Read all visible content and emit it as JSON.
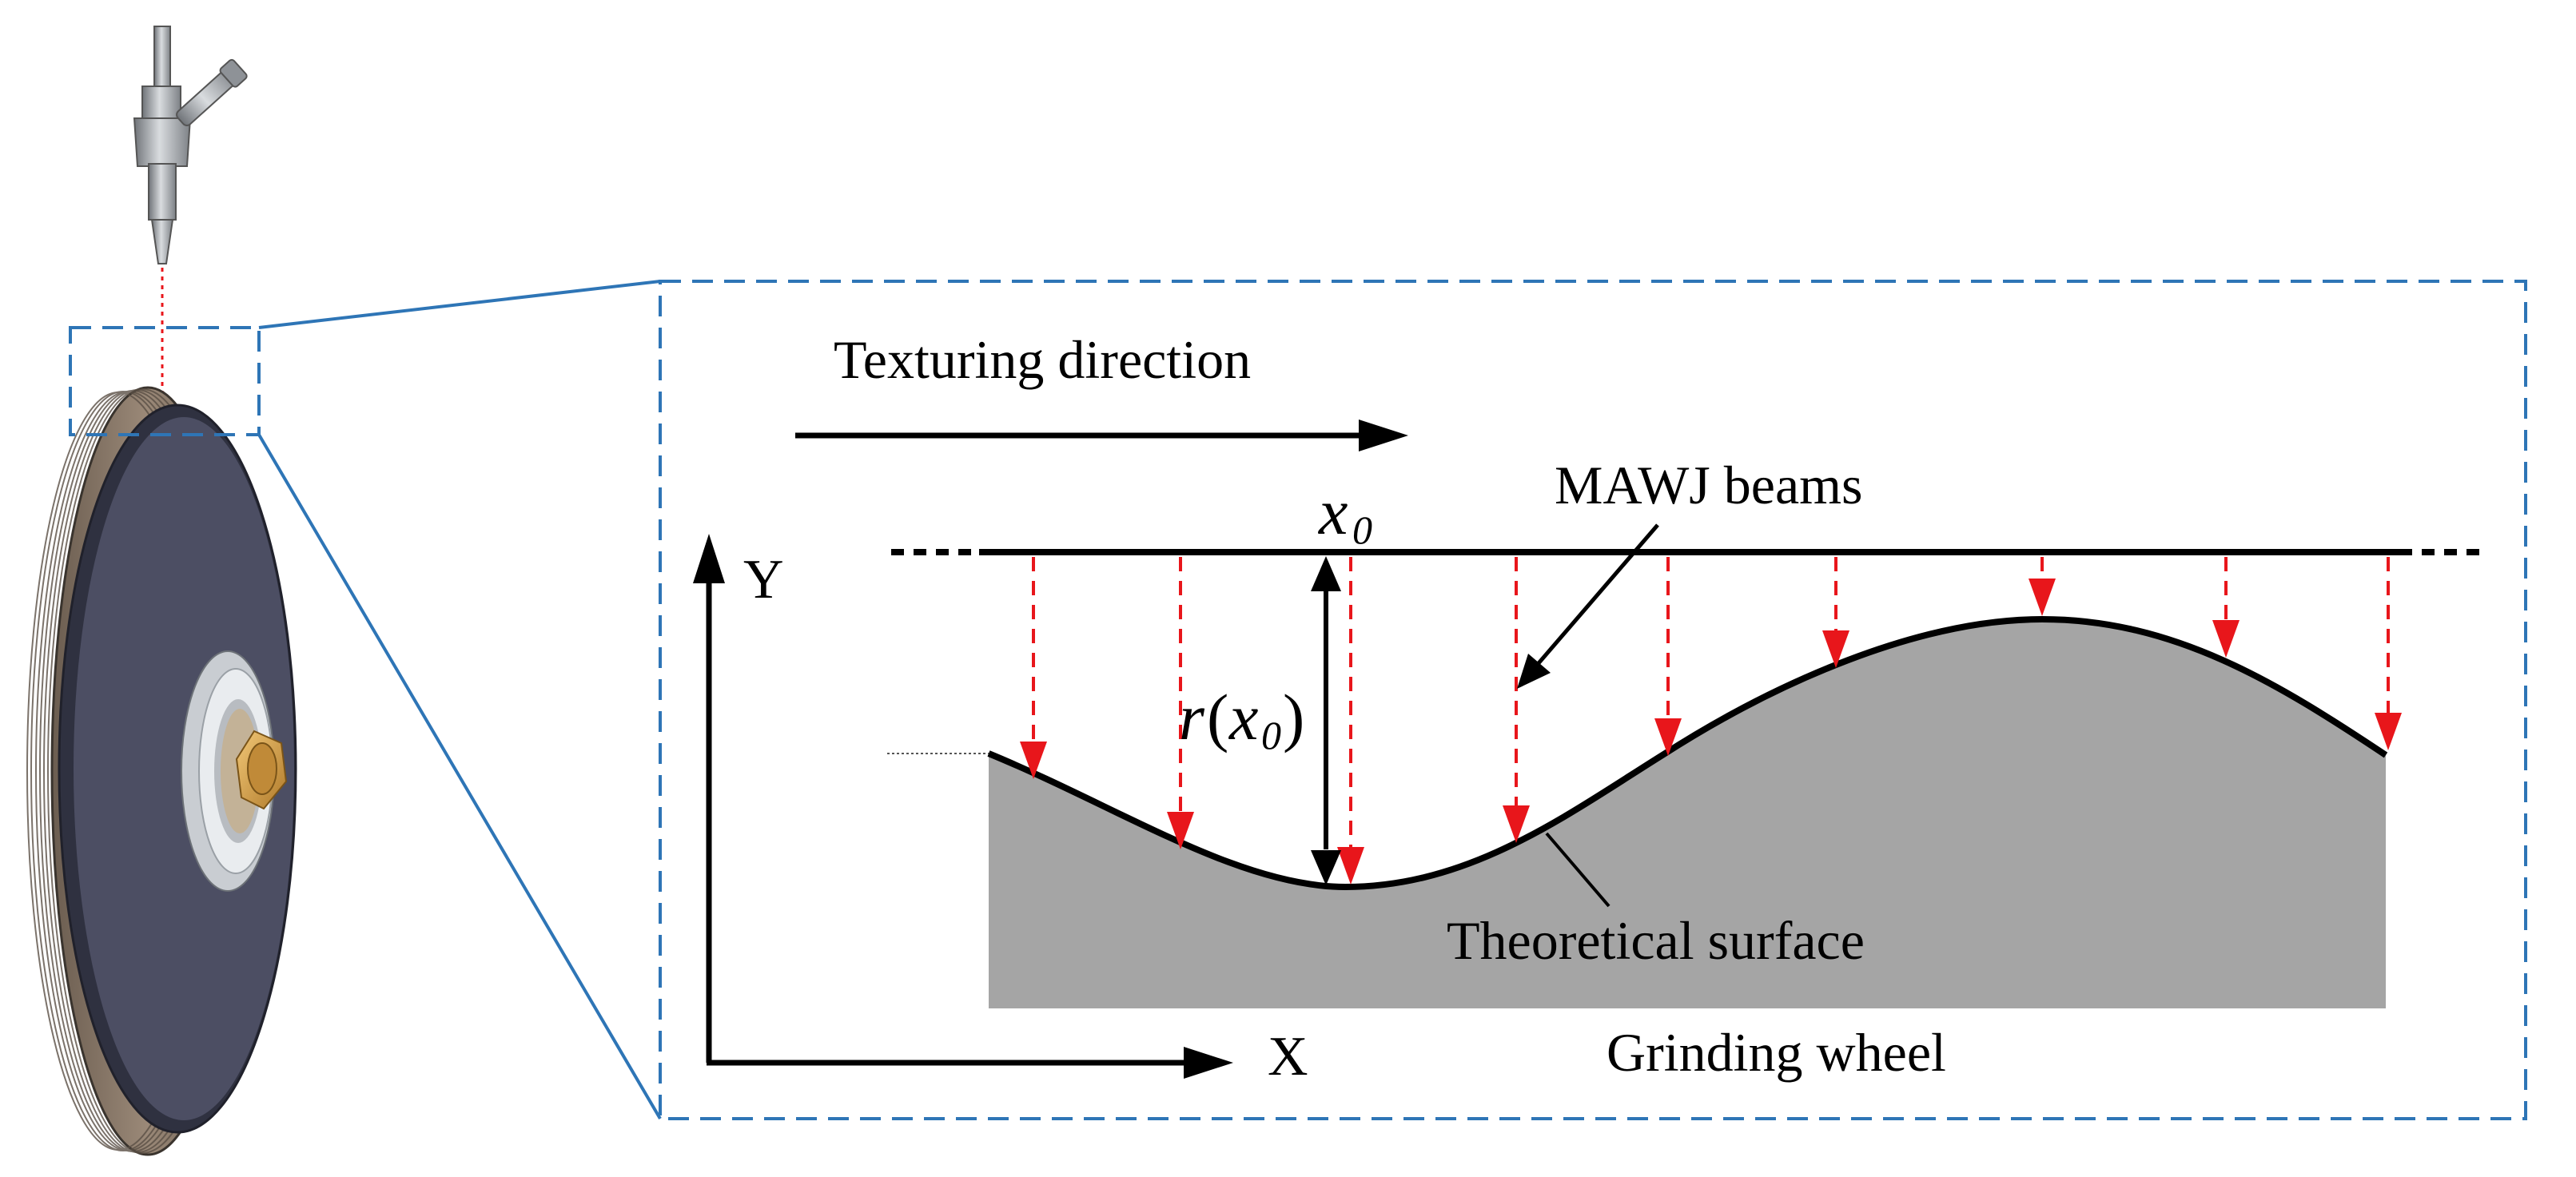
{
  "labels": {
    "direction": "Texturing direction",
    "beams": "MAWJ beams",
    "surface": "Theoretical surface",
    "wheel": "Grinding wheel",
    "axis_x": "X",
    "axis_y": "Y",
    "x0_base": "x",
    "x0_sub": "0",
    "r_func": "r",
    "r_open": "(",
    "r_arg": "x",
    "r_arg_sub": "0",
    "r_close": ")"
  },
  "colors": {
    "frame_blue": "#2e75b6",
    "beam_red": "#e8161b",
    "surface_gray": "#a5a5a5",
    "wheel_face": "#4c4e63",
    "wheel_rim": "#8a7866",
    "hub_white": "#e9ecef",
    "nut_gold": "#d7a04a",
    "stroke_black": "#000000"
  },
  "icons": {
    "nozzle": "waterjet-nozzle-icon",
    "wheel": "grinding-wheel-icon"
  }
}
